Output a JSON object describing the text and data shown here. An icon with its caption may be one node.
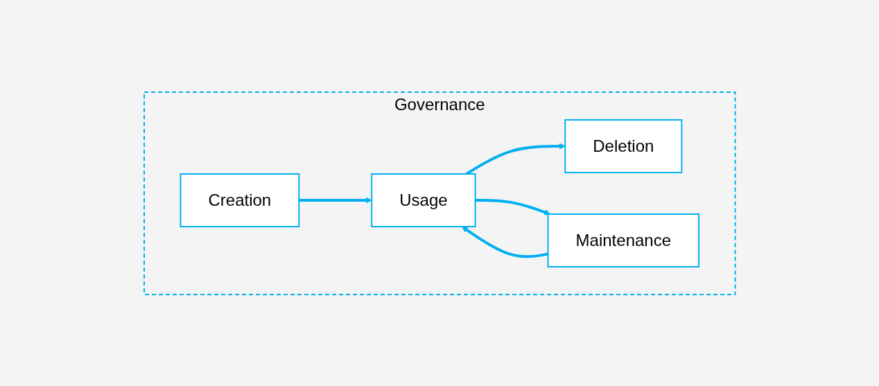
{
  "diagram": {
    "nodes": [
      {
        "text": [
          "Governance"
        ]
      },
      {
        "text": [
          "Creation"
        ],
        "in": 0
      },
      {
        "text": [
          "Usage"
        ],
        "in": 0
      },
      {
        "text": [
          "Deletion"
        ],
        "in": 0
      },
      {
        "text": [
          "Maintenance"
        ],
        "in": 0
      }
    ],
    "edges": [
      {
        "from": 1,
        "to": 2,
        "arrow": "to"
      },
      {
        "from": 2,
        "to": 3,
        "arrow": "to"
      },
      {
        "from": 2,
        "to": 4,
        "arrow": "to"
      },
      {
        "from": 4,
        "to": 2,
        "arrow": "to"
      }
    ]
  }
}
